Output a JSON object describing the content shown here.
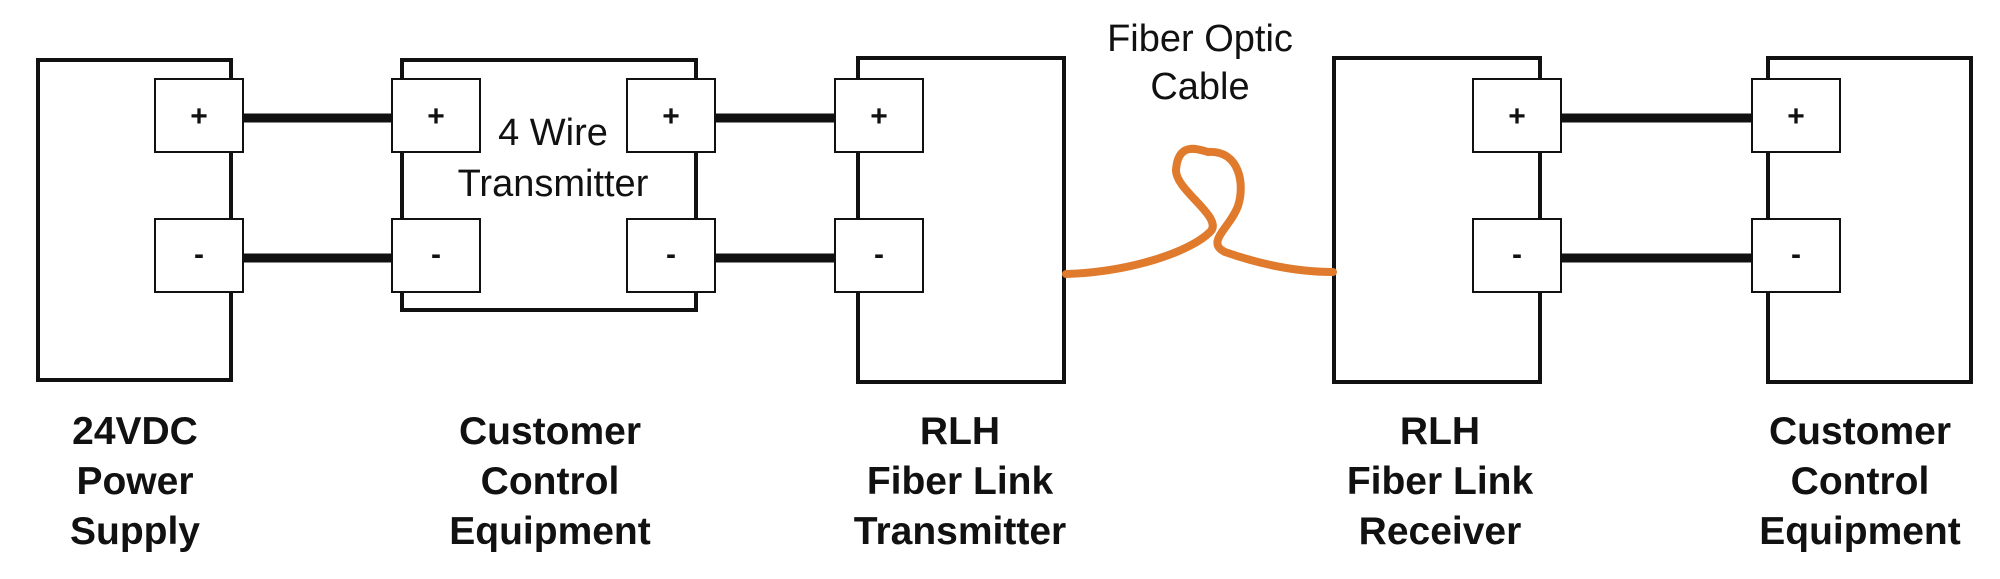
{
  "colors": {
    "line": "#111111",
    "fiber": "#e07a2c",
    "background": "#ffffff"
  },
  "fiber_label": [
    "Fiber Optic",
    "Cable"
  ],
  "transmitter_inner": [
    "4 Wire",
    "Transmitter"
  ],
  "signs": {
    "positive": "+",
    "negative": "-"
  },
  "labels": {
    "power_supply": [
      "24VDC",
      "Power",
      "Supply"
    ],
    "customer_control_left": [
      "Customer",
      "Control",
      "Equipment"
    ],
    "rlh_transmitter": [
      "RLH",
      "Fiber Link",
      "Transmitter"
    ],
    "rlh_receiver": [
      "RLH",
      "Fiber Link",
      "Receiver"
    ],
    "customer_control_right": [
      "Customer",
      "Control",
      "Equipment"
    ]
  }
}
